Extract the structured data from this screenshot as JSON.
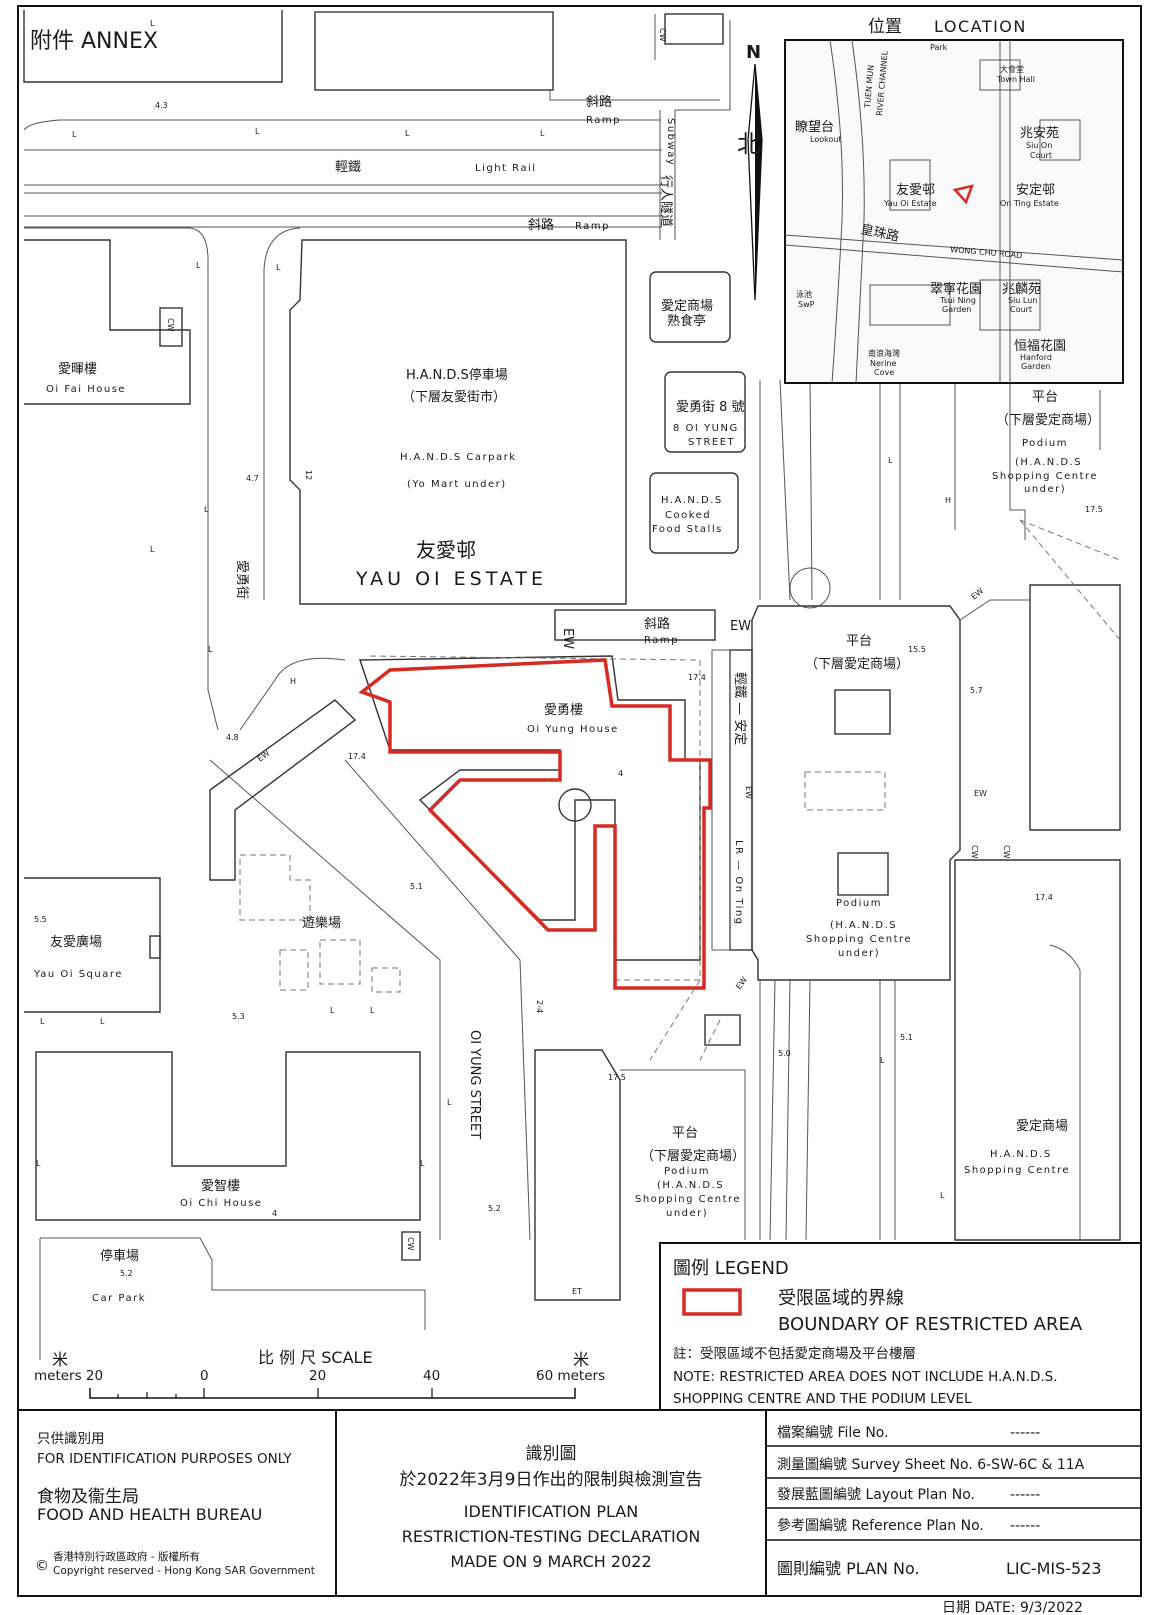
{
  "annex": "附件 ANNEX",
  "location_title_cn": "位置",
  "location_title_en": "LOCATION",
  "north_letter": "N",
  "north_cn": "北",
  "colors": {
    "boundary": "#d62a22",
    "line": "#333333"
  },
  "map_labels": {
    "ramp_cn_top": "斜路",
    "ramp_en_top": "Ramp",
    "light_rail_cn": "輕鐵",
    "light_rail_en": "Light Rail",
    "subway_en": "Subway",
    "subway_cn": "行人隧道",
    "ramp_cn_mid": "斜路",
    "ramp_en_mid": "Ramp",
    "cw": "CW",
    "ew": "EW",
    "et": "ET",
    "carpark_cn": "H.A.N.D.S停車場",
    "carpark_cn2": "（下層友愛街市）",
    "carpark_en": "H.A.N.D.S Carpark",
    "carpark_en2": "(Yo Mart under)",
    "yau_oi_cn": "友愛邨",
    "yau_oi_en": "YAU OI ESTATE",
    "oifai_cn": "愛暉樓",
    "oifai_en": "Oi Fai House",
    "cooked_cn1": "愛定商場",
    "cooked_cn2": "熟食亭",
    "oiyungst_cn": "愛勇街 8 號",
    "oiyungst_en1": "8 OI YUNG",
    "oiyungst_en2": "STREET",
    "cooked_en1": "H.A.N.D.S",
    "cooked_en2": "Cooked",
    "cooked_en3": "Food Stalls",
    "oiyung_street_cn": "愛勇街",
    "ramp_cn_low": "斜路",
    "ramp_en_low": "Ramp",
    "oiyunghouse_cn": "愛勇樓",
    "oiyunghouse_en": "Oi Yung House",
    "podium_cn": "平台",
    "podium_cn2": "（下層愛定商場）",
    "podium_en": "Podium",
    "podium_en2": "(H.A.N.D.S",
    "podium_en3": "Shopping Centre",
    "podium_en4": "under)",
    "lr_cn": "輕鐵 — 安定",
    "lr_en": "LR — On Ting",
    "playground_cn": "遊樂場",
    "square_cn": "友愛廣場",
    "square_en": "Yau Oi Square",
    "oiyung_street_en": "OI YUNG STREET",
    "oichi_cn": "愛智樓",
    "oichi_en": "Oi Chi House",
    "carpark2_cn": "停車場",
    "carpark2_en": "Car Park",
    "hands_cn": "愛定商場",
    "hands_en1": "H.A.N.D.S",
    "hands_en2": "Shopping Centre",
    "l": "L",
    "h": "H",
    "n4": "4",
    "n12": "12",
    "n24": "2-4",
    "lv43": "4.3",
    "lv47": "4.7",
    "lv48": "4.8",
    "lv174a": "17.4",
    "lv174b": "17.4",
    "lv174c": "17.4",
    "lv155": "15.5",
    "lv175a": "17.5",
    "lv175b": "17.5",
    "lv57": "5.7",
    "lv55": "5.5",
    "lv53": "5.3",
    "lv51a": "5.1",
    "lv51b": "5.1",
    "lv52a": "5.2",
    "lv52b": "5.2",
    "lv50": "5.0"
  },
  "inset_labels": {
    "park": "Park",
    "town_hall_cn": "大會堂",
    "town_hall_en": "Town Hall",
    "lookout_cn": "瞭望台",
    "lookout_en": "Lookout",
    "river_en1": "TUEN MUN",
    "river_en2": "RIVER CHANNEL",
    "siuon_cn": "兆安苑",
    "siuon_en1": "Siu On",
    "siuon_en2": "Court",
    "yauoi_cn": "友愛邨",
    "yauoi_en": "Yau Oi Estate",
    "onting_cn": "安定邨",
    "onting_en": "On Ting Estate",
    "wongchu_cn": "皇珠路",
    "wongchu_en": "WONG CHU ROAD",
    "pool_cn": "泳池",
    "pool_en": "SwP",
    "tsuining_cn": "翠寧花園",
    "tsuining_en1": "Tsui Ning",
    "tsuining_en2": "Garden",
    "siulun_cn": "兆麟苑",
    "siulun_en1": "Siu Lun",
    "siulun_en2": "Court",
    "nenne_cn": "南浪海灣",
    "nenne_en1": "Nerine",
    "nenne_en2": "Cove",
    "hanford_cn": "恒福花園",
    "hanford_en1": "Hanford",
    "hanford_en2": "Garden"
  },
  "legend": {
    "title": "圖例 LEGEND",
    "item_cn": "受限區域的界線",
    "item_en": "BOUNDARY OF RESTRICTED AREA",
    "note_cn": "註：受限區域不包括愛定商場及平台樓層",
    "note_en1": "NOTE: RESTRICTED AREA DOES NOT INCLUDE H.A.N.D.S.",
    "note_en2": "SHOPPING CENTRE AND THE PODIUM LEVEL"
  },
  "scale": {
    "title": "比 例 尺   SCALE",
    "left": "meters 20",
    "t0": "0",
    "t20": "20",
    "t40": "40",
    "right": "60 meters",
    "m": "米"
  },
  "footer": {
    "id_cn": "只供識別用",
    "id_en": "FOR IDENTIFICATION PURPOSES ONLY",
    "fhb_cn": "食物及衞生局",
    "fhb_en": "FOOD AND HEALTH BUREAU",
    "copy_cn": "香港特別行政區政府 - 版權所有",
    "copy_en": "Copyright reserved - Hong Kong SAR Government",
    "copy_sym": "©",
    "plan_cn1": "識別圖",
    "plan_cn2": "於2022年3月9日作出的限制與檢測宣告",
    "plan_en1": "IDENTIFICATION PLAN",
    "plan_en2": "RESTRICTION-TESTING DECLARATION",
    "plan_en3": "MADE ON 9 MARCH 2022",
    "file_label": "檔案編號   File No.",
    "file_value": "------",
    "survey_label": "測量圖編號   Survey Sheet No. 6-SW-6C & 11A",
    "layout_label": "發展藍圖編號   Layout Plan No.",
    "layout_value": "------",
    "ref_label": "參考圖編號   Reference Plan No.",
    "ref_value": "------",
    "plan_label": "圖則編號   PLAN No.",
    "plan_value": "LIC-MIS-523",
    "date": "日期   DATE:  9/3/2022"
  }
}
